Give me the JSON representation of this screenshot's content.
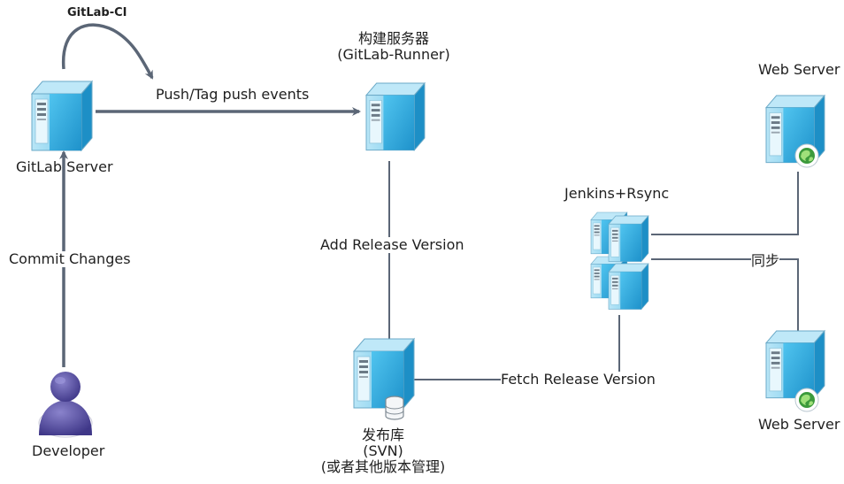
{
  "title": "GitLab-CI",
  "nodes": {
    "gitlab_server": {
      "label": "GitLab Server",
      "icon": "server-icon"
    },
    "build_server": {
      "label_line1": "构建服务器",
      "label_line2": "(GitLab-Runner)",
      "icon": "server-icon"
    },
    "web_server_top": {
      "label": "Web Server",
      "icon": "web-server-icon"
    },
    "jenkins": {
      "label": "Jenkins+Rsync",
      "icon": "server-cluster-icon"
    },
    "web_server_bottom": {
      "label": "Web Server",
      "icon": "web-server-icon"
    },
    "release_repo": {
      "label_line1": "发布库",
      "label_line2": "(SVN)",
      "label_line3": "(或者其他版本管理)",
      "icon": "database-server-icon"
    },
    "developer": {
      "label": "Developer",
      "icon": "user-icon"
    }
  },
  "edges": {
    "push_events": "Push/Tag push events",
    "commit_changes": "Commit Changes",
    "add_release": "Add Release Version",
    "fetch_release": "Fetch Release Version",
    "sync": "同步"
  },
  "colors": {
    "line": "#5b6676",
    "server_front": "#2aa7dd",
    "server_side": "#1584bb",
    "server_top": "#9edcf5",
    "user": "#5a52a3"
  }
}
